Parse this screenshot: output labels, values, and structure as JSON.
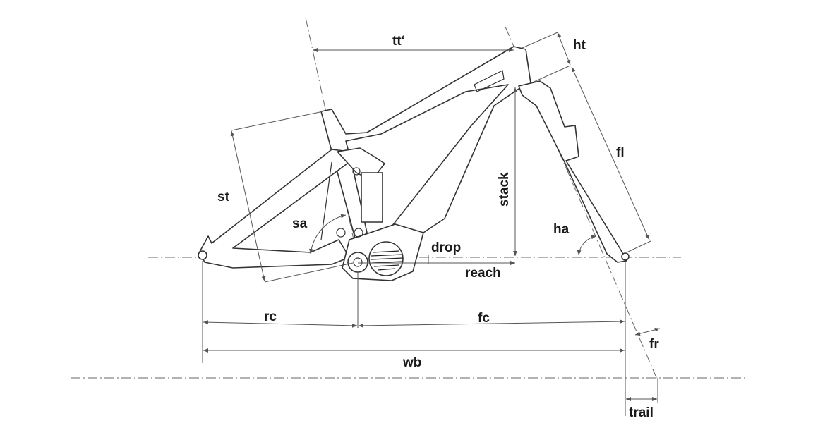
{
  "diagram": {
    "title": "Bike frame geometry",
    "labels": {
      "top_tube": "tt‘",
      "head_tube": "ht",
      "fork_length": "fl",
      "seat_tube": "st",
      "seat_angle": "sa",
      "stack": "stack",
      "head_angle": "ha",
      "drop": "drop",
      "reach": "reach",
      "rear_center": "rc",
      "front_center": "fc",
      "fork_rake": "fr",
      "wheelbase": "wb",
      "trail": "trail"
    },
    "colors": {
      "line": "#555555",
      "text": "#1a1a1a",
      "background": "#ffffff"
    }
  }
}
